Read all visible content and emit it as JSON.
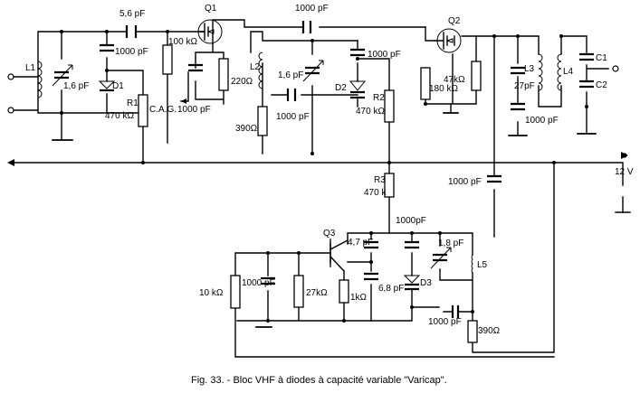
{
  "caption": "Fig. 33. - Bloc VHF à diodes à capacité variable  \"Varicap\".",
  "supply_label": "12 V",
  "components": {
    "L1": "L1",
    "C_1_6pF_a": "1,6 pF",
    "C_5_6pF": "5,6 pF",
    "C_1000_a": "1000 pF",
    "D1": "D1",
    "R1": "R1",
    "R1_val": "470 kΩ",
    "Q1": "Q1",
    "R_100k": "100 kΩ",
    "CAG": "C.A.G.",
    "C_1000_cag": "1000 pF",
    "R_220": "220Ω",
    "C_1000_top": "1000 pF",
    "L2": "L2",
    "C_1_6pF_b": "1,6 pF",
    "C_1000_d2": "1000 pF",
    "D2": "D2",
    "C_1000_mid": "1000 pF",
    "R_390_a": "390Ω",
    "R2": "R2",
    "R2_val": "470 kΩ",
    "Q2": "Q2",
    "R_47k": "47kΩ",
    "R_180k": "180 kΩ",
    "L3": "L3",
    "C_27pF_a": "27pF",
    "L4": "L4",
    "C1": "C1",
    "C2": "C2",
    "C_1000_l3": "1000 pF",
    "R3": "R3",
    "R3_val": "470 k",
    "C_1000_right": "1000 pF",
    "Q3": "Q3",
    "C_4_7pF": "4,7 pF",
    "C_1000pF_osc": "1000pF",
    "C_1_8pF": "1,8 pF",
    "L5": "L5",
    "R_10k": "10 kΩ",
    "C_1000_osc_left": "1000 pF",
    "R_27k": "27kΩ",
    "R_1k": "1kΩ",
    "C_6_8pF": "6,8 pF",
    "D3": "D3",
    "C_1000_bot": "1000 pF",
    "R_390_b": "390Ω"
  }
}
